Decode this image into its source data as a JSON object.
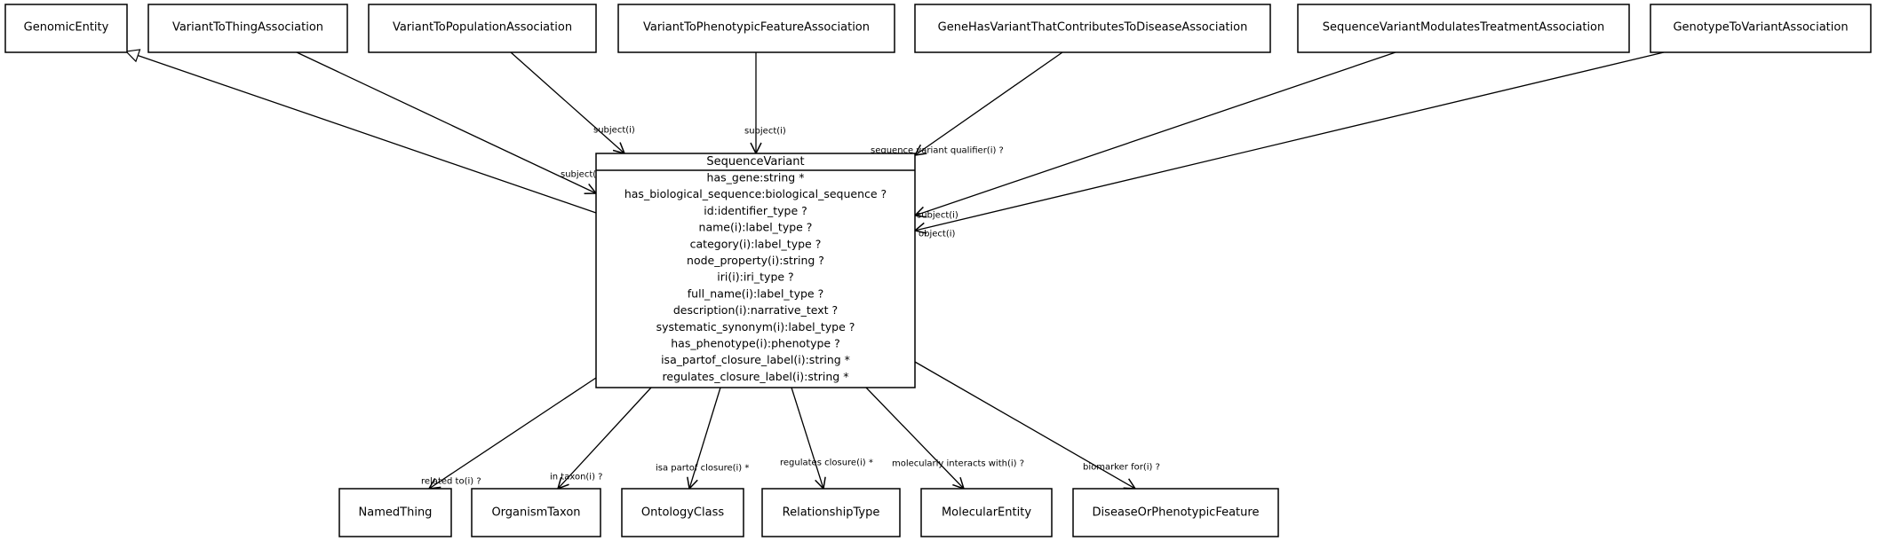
{
  "center": {
    "name": "SequenceVariant",
    "attributes": [
      "has_gene:string *",
      "has_biological_sequence:biological_sequence ?",
      "id:identifier_type ?",
      "name(i):label_type ?",
      "category(i):label_type ?",
      "node_property(i):string ?",
      "iri(i):iri_type ?",
      "full_name(i):label_type ?",
      "description(i):narrative_text ?",
      "systematic_synonym(i):label_type ?",
      "has_phenotype(i):phenotype ?",
      "isa_partof_closure_label(i):string *",
      "regulates_closure_label(i):string *"
    ]
  },
  "top_classes": [
    "GenomicEntity",
    "VariantToThingAssociation",
    "VariantToPopulationAssociation",
    "VariantToPhenotypicFeatureAssociation",
    "GeneHasVariantThatContributesToDiseaseAssociation",
    "SequenceVariantModulatesTreatmentAssociation",
    "GenotypeToVariantAssociation"
  ],
  "bottom_classes": [
    "NamedThing",
    "OrganismTaxon",
    "OntologyClass",
    "RelationshipType",
    "MolecularEntity",
    "DiseaseOrPhenotypicFeature"
  ],
  "edge_labels": {
    "variant_to_thing": "subject(i)",
    "variant_to_population": "subject(i)",
    "variant_to_phenotypic_feature": "subject(i)",
    "gene_has_variant": "sequence variant qualifier(i) ?",
    "modulates_treatment": "subject(i)",
    "genotype_to_variant": "object(i)",
    "related_to": "related to(i) ?",
    "in_taxon": "in taxon(i) ?",
    "isa_partof_closure": "isa partof closure(i) *",
    "regulates_closure": "regulates closure(i) *",
    "molecularly_interacts_with": "molecularly interacts with(i) ?",
    "biomarker_for": "biomarker for(i) ?"
  }
}
